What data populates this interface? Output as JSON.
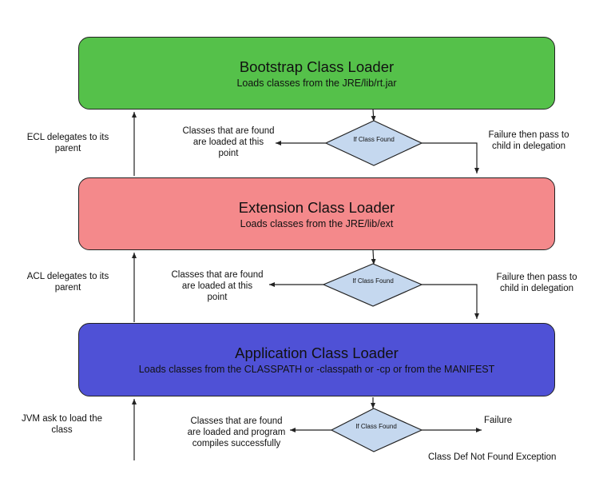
{
  "colors": {
    "bootstrap": "#55c14a",
    "extension": "#f4898b",
    "application": "#4f51d6",
    "decision": "#c5d8ef",
    "stroke": "#222222"
  },
  "boxes": {
    "bootstrap": {
      "title": "Bootstrap Class Loader",
      "subtitle": "Loads classes from the JRE/lib/rt.jar"
    },
    "extension": {
      "title": "Extension Class Loader",
      "subtitle": "Loads classes from the JRE/lib/ext"
    },
    "application": {
      "title": "Application Class Loader",
      "subtitle": "Loads classes from the CLASSPATH or -classpath or -cp or from the MANIFEST"
    }
  },
  "decisions": {
    "top": "If Class Found",
    "middle": "If Class Found",
    "bottom": "If Class Found"
  },
  "labels": {
    "ecl_delegates": "ECL delegates to its parent",
    "acl_delegates": "ACL delegates to its parent",
    "jvm_ask": "JVM ask to load the class",
    "found_top": "Classes that are found are loaded at this point",
    "found_middle": "Classes that are found are loaded at this point",
    "found_bottom": "Classes that are found are loaded and program compiles successfully",
    "failure_top": "Failure then pass to child in delegation",
    "failure_middle": "Failure then pass to child in delegation",
    "failure_bottom": "Failure",
    "exception": "Class Def Not Found Exception"
  }
}
